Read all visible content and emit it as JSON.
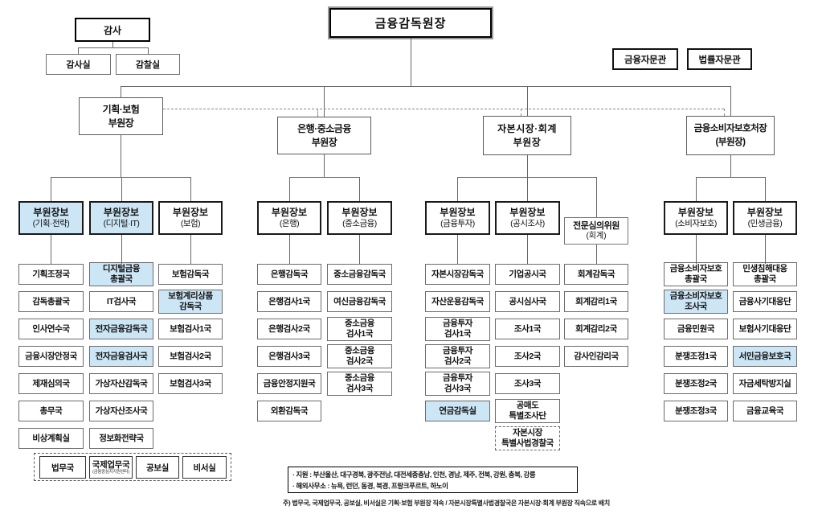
{
  "governor": "금융감독원장",
  "audit": {
    "head": "감사",
    "children": [
      "감사실",
      "감찰실"
    ]
  },
  "advisors": [
    "금융자문관",
    "법률자문관"
  ],
  "deputies": [
    {
      "line1": "기획·보험",
      "line2": "부원장"
    },
    {
      "line1": "은행·중소금융",
      "line2": "부원장"
    },
    {
      "line1": "자본시장·회계",
      "line2": "부원장"
    },
    {
      "line1": "금융소비자보호처장",
      "line2": "(부원장)"
    }
  ],
  "assistants": [
    {
      "line1": "부원장보",
      "line2": "(기획·전략)",
      "highlight": true
    },
    {
      "line1": "부원장보",
      "line2": "(디지털·IT)",
      "highlight": true
    },
    {
      "line1": "부원장보",
      "line2": "(보험)",
      "highlight": false
    },
    {
      "line1": "부원장보",
      "line2": "(은행)",
      "highlight": false
    },
    {
      "line1": "부원장보",
      "line2": "(중소금융)",
      "highlight": false
    },
    {
      "line1": "부원장보",
      "line2": "(금융투자)",
      "highlight": false
    },
    {
      "line1": "부원장보",
      "line2": "(공시조사)",
      "highlight": false
    },
    {
      "line1": "전문심의위원",
      "line2": "(회계)",
      "highlight": false
    },
    {
      "line1": "부원장보",
      "line2": "(소비자보호)",
      "highlight": false
    },
    {
      "line1": "부원장보",
      "line2": "(민생금융)",
      "highlight": false
    }
  ],
  "columns": [
    {
      "depts": [
        {
          "name": "기획조정국"
        },
        {
          "name": "감독총괄국"
        },
        {
          "name": "인사연수국"
        },
        {
          "name": "금융시장안정국"
        },
        {
          "name": "제재심의국"
        },
        {
          "name": "총무국"
        },
        {
          "name": "비상계획실"
        }
      ]
    },
    {
      "depts": [
        {
          "name": "디지털금융\n총괄국",
          "two": true,
          "highlight": true
        },
        {
          "name": "IT검사국"
        },
        {
          "name": "전자금융감독국",
          "highlight": true
        },
        {
          "name": "전자금융검사국",
          "highlight": true
        },
        {
          "name": "가상자산감독국"
        },
        {
          "name": "가상자산조사국"
        },
        {
          "name": "정보화전략국"
        }
      ]
    },
    {
      "depts": [
        {
          "name": "보험감독국"
        },
        {
          "name": "보험계리상품\n감독국",
          "two": true,
          "highlight": true
        },
        {
          "name": "보험검사1국"
        },
        {
          "name": "보험검사2국"
        },
        {
          "name": "보험검사3국"
        }
      ]
    },
    {
      "depts": [
        {
          "name": "은행감독국"
        },
        {
          "name": "은행검사1국"
        },
        {
          "name": "은행검사2국"
        },
        {
          "name": "은행검사3국"
        },
        {
          "name": "금융안정지원국"
        },
        {
          "name": "외환감독국"
        }
      ]
    },
    {
      "depts": [
        {
          "name": "중소금융감독국"
        },
        {
          "name": "여신금융감독국"
        },
        {
          "name": "중소금융\n검사1국",
          "two": true
        },
        {
          "name": "중소금융\n검사2국",
          "two": true
        },
        {
          "name": "중소금융\n검사3국",
          "two": true
        }
      ]
    },
    {
      "depts": [
        {
          "name": "자본시장감독국"
        },
        {
          "name": "자산운용감독국"
        },
        {
          "name": "금융투자\n검사1국",
          "two": true
        },
        {
          "name": "금융투자\n검사2국",
          "two": true
        },
        {
          "name": "금융투자\n검사3국",
          "two": true
        },
        {
          "name": "연금감독실",
          "highlight": true
        }
      ]
    },
    {
      "depts": [
        {
          "name": "기업공시국"
        },
        {
          "name": "공시심사국"
        },
        {
          "name": "조사1국"
        },
        {
          "name": "조사2국"
        },
        {
          "name": "조사3국"
        },
        {
          "name": "공매도\n특별조사단",
          "two": true
        },
        {
          "name": "자본시장\n특별사법경찰국",
          "two": true,
          "dashed": true
        }
      ]
    },
    {
      "depts": [
        {
          "name": "회계감독국"
        },
        {
          "name": "회계감리1국"
        },
        {
          "name": "회계감리2국"
        },
        {
          "name": "감사인감리국"
        }
      ]
    },
    {
      "depts": [
        {
          "name": "금융소비자보호\n총괄국",
          "two": true
        },
        {
          "name": "금융소비자보호\n조사국",
          "two": true,
          "highlight": true
        },
        {
          "name": "금융민원국"
        },
        {
          "name": "분쟁조정1국"
        },
        {
          "name": "분쟁조정2국"
        },
        {
          "name": "분쟁조정3국"
        }
      ]
    },
    {
      "depts": [
        {
          "name": "민생침해대응\n총괄국",
          "two": true
        },
        {
          "name": "금융사기대응단"
        },
        {
          "name": "보험사기대응단"
        },
        {
          "name": "서민금융보호국",
          "highlight": true
        },
        {
          "name": "자금세탁방지실"
        },
        {
          "name": "금융교육국"
        }
      ]
    }
  ],
  "direct_group": {
    "boxes": [
      {
        "name": "법무국",
        "sub": ""
      },
      {
        "name": "국제업무국",
        "sub": "(금융중심지지원센터)"
      },
      {
        "name": "공보실",
        "sub": ""
      },
      {
        "name": "비서실",
        "sub": ""
      }
    ]
  },
  "notes": {
    "line1": "· 지원 : 부산울산, 대구경북, 광주전남, 대전세종충남, 인천, 경남, 제주, 전북, 강원, 충북, 강릉",
    "line2": "· 해외사무소 :  뉴욕, 런던, 동경, 북경, 프랑크푸르트, 하노이",
    "footnote": "주) 법무국, 국제업무국, 공보실, 비서실은 기획·보험 부원장 직속  / 자본시장특별사법경찰국은  자본시장·회계 부원장 직속으로 배치"
  },
  "colors": {
    "highlight": "#CDE6F5"
  }
}
